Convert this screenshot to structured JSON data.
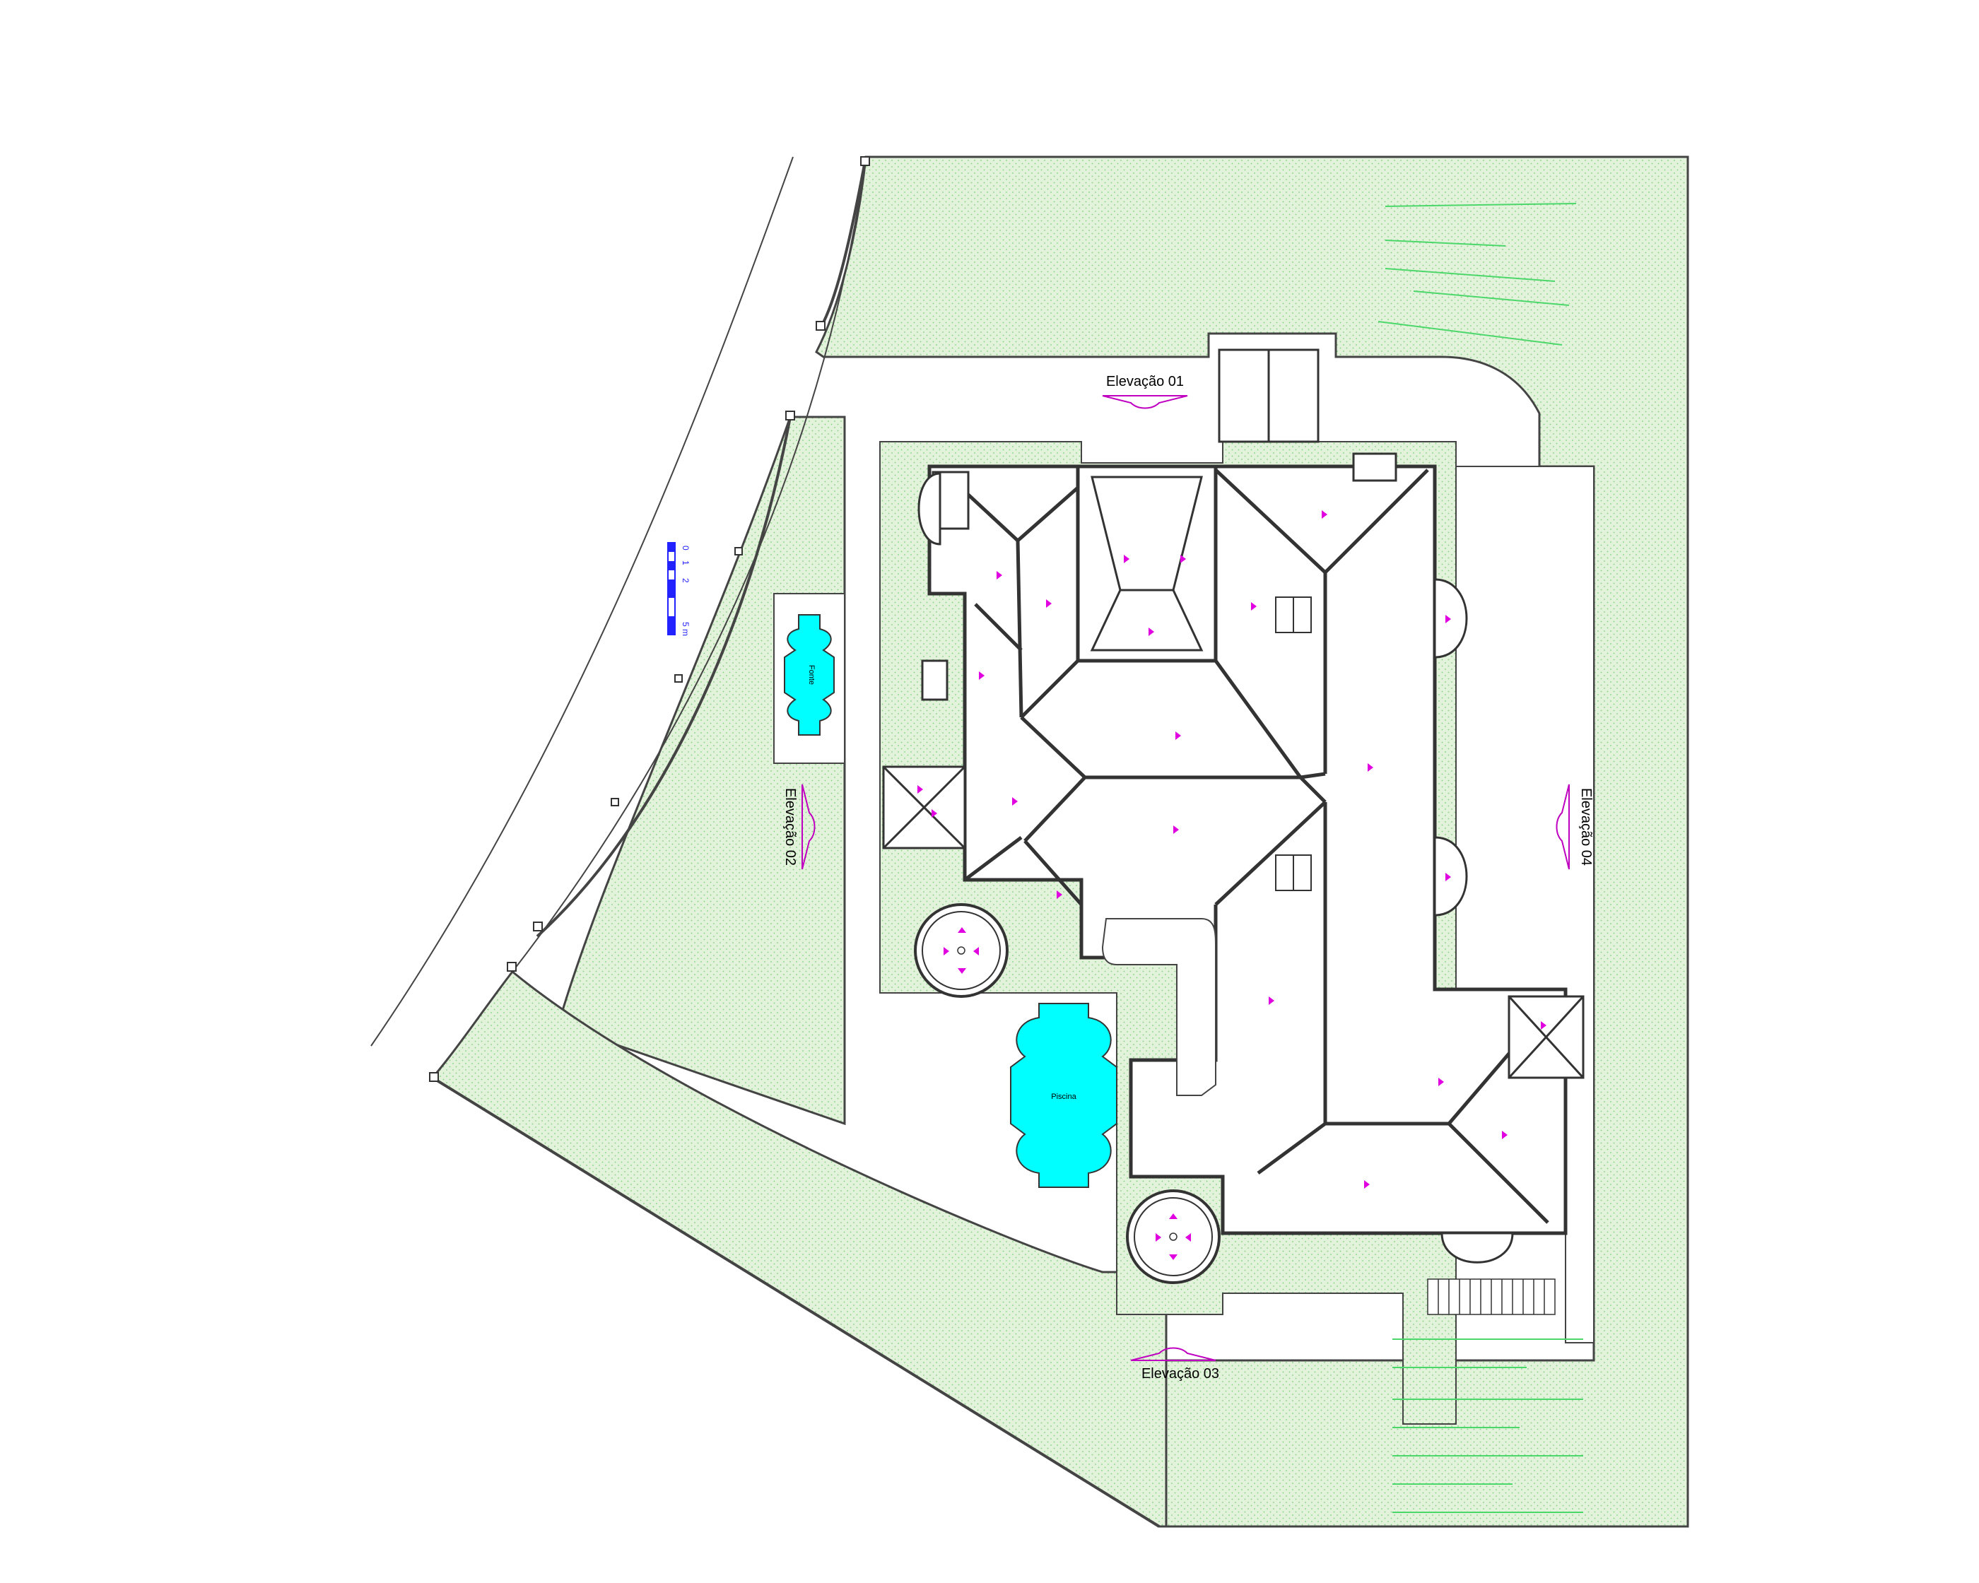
{
  "drawing": {
    "elevations": {
      "e01": "Elevação 01",
      "e02": "Elevação 02",
      "e03": "Elevação 03",
      "e04": "Elevação 04"
    },
    "features": {
      "fountain": "Fonte",
      "pool": "Piscina"
    },
    "scale_bar": {
      "ticks": [
        "0",
        "1",
        "2",
        "5 m"
      ]
    }
  },
  "colors": {
    "lawn": "#e2f1d9",
    "lawn_dot": "#7fd17f",
    "water": "#00ffff",
    "roof_line": "#333333",
    "elevation_marker": "#c000c0",
    "roof_arrow": "#e000e0",
    "scale_bar": "#2222ff"
  }
}
